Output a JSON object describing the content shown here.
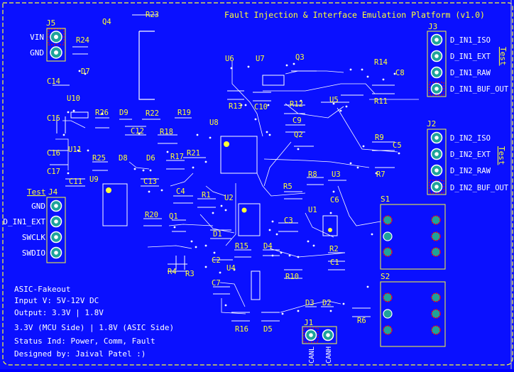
{
  "board": {
    "title": "Fault Injection & Interface Emulation Platform (v1.0)",
    "notes": [
      "ASIC-Fakeout",
      "Input V: 5V-12V DC",
      "Output: 3.3V | 1.8V",
      "3.3V (MCU Side) | 1.8V (ASIC Side)",
      "Status Ind: Power, Comm, Fault",
      "Designed by: Jaival Patel :)"
    ]
  },
  "connectors": {
    "j5": {
      "ref": "J5",
      "pins": [
        "VIN",
        "GND"
      ]
    },
    "j4": {
      "ref": "J4",
      "test_label": "Test",
      "pins": [
        "GND",
        "D_IN1_EXT",
        "SWCLK",
        "SWDIO"
      ]
    },
    "j3": {
      "ref": "J3",
      "test_label": "Test",
      "pins": [
        "D_IN1_ISO",
        "D_IN1_EXT",
        "D_IN1_RAW",
        "D_IN1_BUF_OUT"
      ]
    },
    "j2": {
      "ref": "J2",
      "test_label": "Test",
      "pins": [
        "D_IN2_ISO",
        "D_IN2_EXT",
        "D_IN2_RAW",
        "D_IN2_BUF_OUT"
      ]
    },
    "j1": {
      "ref": "J1",
      "pins": [
        "CANL",
        "CANH"
      ]
    }
  },
  "switches": [
    "S1",
    "S2"
  ],
  "designators": {
    "q4": "Q4",
    "r23": "R23",
    "r24": "R24",
    "d7": "D7",
    "c14": "C14",
    "u10": "U10",
    "c15": "C15",
    "r26": "R26",
    "d9": "D9",
    "r22": "R22",
    "r19": "R19",
    "c12": "C12",
    "r18": "R18",
    "u11": "U11",
    "c16": "C16",
    "r25": "R25",
    "d8": "D8",
    "d6": "D6",
    "r17": "R17",
    "r21": "R21",
    "c17": "C17",
    "c11": "C11",
    "u9": "U9",
    "c13": "C13",
    "c4": "C4",
    "r1": "R1",
    "u8": "U8",
    "u6": "U6",
    "u7": "U7",
    "q3": "Q3",
    "r14": "R14",
    "c8": "C8",
    "r13": "R13",
    "c10": "C10",
    "u5": "U5",
    "r11": "R11",
    "r12": "R12",
    "c9": "C9",
    "q2": "Q2",
    "r9": "R9",
    "c5": "C5",
    "r7": "R7",
    "r8": "R8",
    "u3": "U3",
    "r5": "R5",
    "c6": "C6",
    "u2": "U2",
    "u1": "U1",
    "c3": "C3",
    "r20": "R20",
    "q1": "Q1",
    "d1": "D1",
    "r15": "R15",
    "d4": "D4",
    "r2": "R2",
    "c2": "C2",
    "c1": "C1",
    "r4": "R4",
    "r3": "R3",
    "u4": "U4",
    "r10": "R10",
    "c7": "C7",
    "d3": "D3",
    "d2": "D2",
    "r6": "R6",
    "r16": "R16",
    "d5": "D5"
  },
  "colors": {
    "background": "#0a10ff",
    "silkscreen": "#ffff33",
    "trace": "#ffffff",
    "pad": "#1ea39a",
    "pad_ring": "#ffffff",
    "keepout": "#ff0000",
    "outline": "#ffffff"
  }
}
